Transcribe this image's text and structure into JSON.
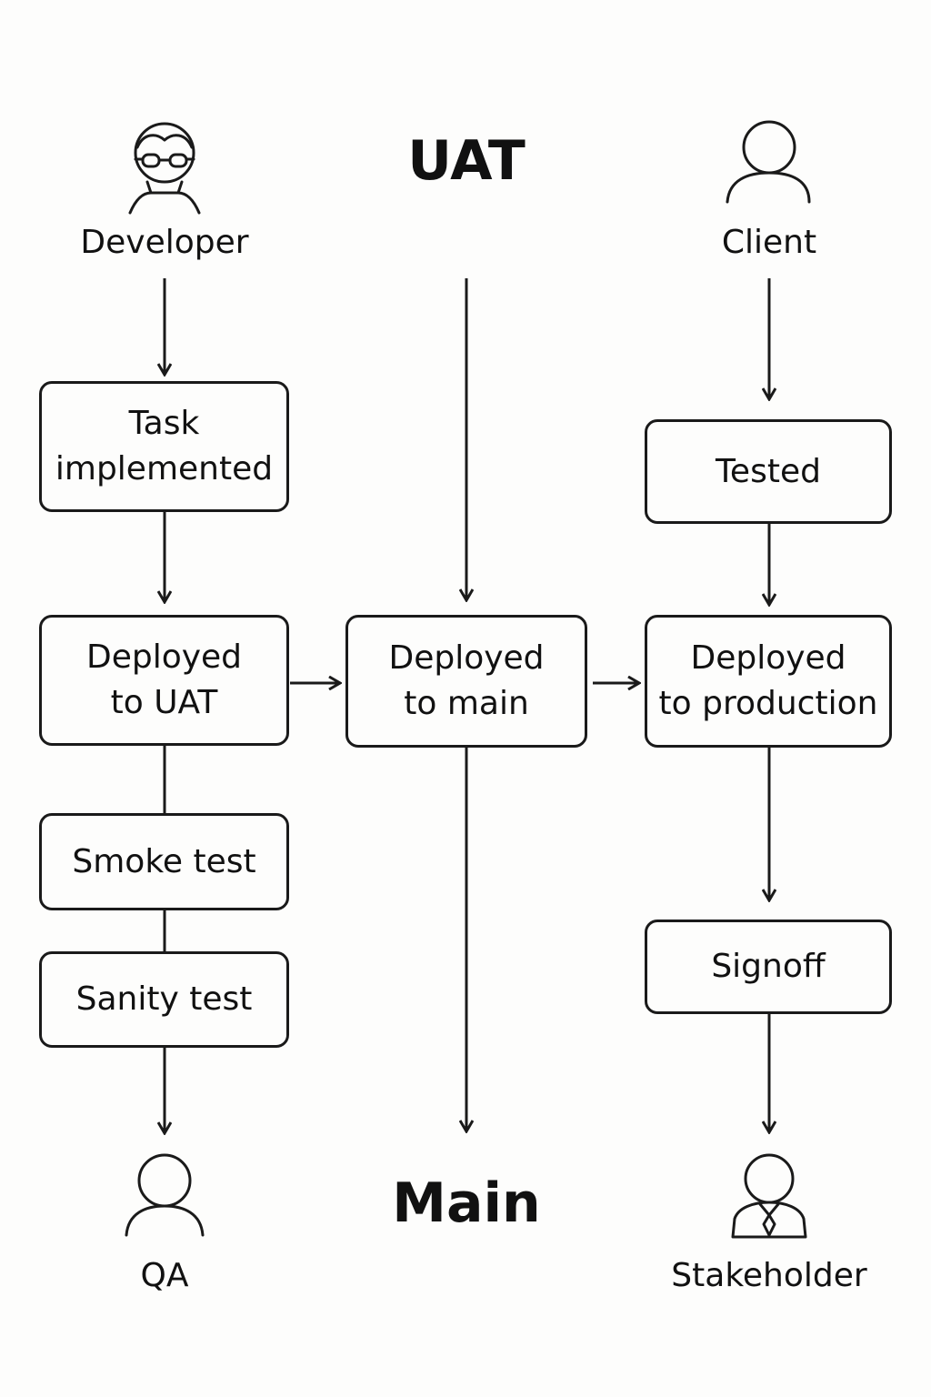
{
  "lanes": {
    "uat_title": "UAT",
    "main_title": "Main"
  },
  "actors": {
    "developer": {
      "label": "Developer",
      "icon": "developer-with-glasses-icon"
    },
    "client": {
      "label": "Client",
      "icon": "person-icon"
    },
    "qa": {
      "label": "QA",
      "icon": "person-icon"
    },
    "stakeholder": {
      "label": "Stakeholder",
      "icon": "person-with-tie-icon"
    }
  },
  "steps": {
    "task_implemented": {
      "line1": "Task",
      "line2": "implemented"
    },
    "deployed_uat": {
      "line1": "Deployed",
      "line2": "to UAT"
    },
    "smoke_test": {
      "line1": "Smoke test"
    },
    "sanity_test": {
      "line1": "Sanity test"
    },
    "deployed_main": {
      "line1": "Deployed",
      "line2": "to main"
    },
    "tested": {
      "line1": "Tested"
    },
    "deployed_production": {
      "line1": "Deployed",
      "line2": "to production"
    },
    "signoff": {
      "line1": "Signoff"
    }
  },
  "colors": {
    "stroke": "#1a1a1a",
    "background": "#fdfdfc",
    "text": "#111111"
  }
}
